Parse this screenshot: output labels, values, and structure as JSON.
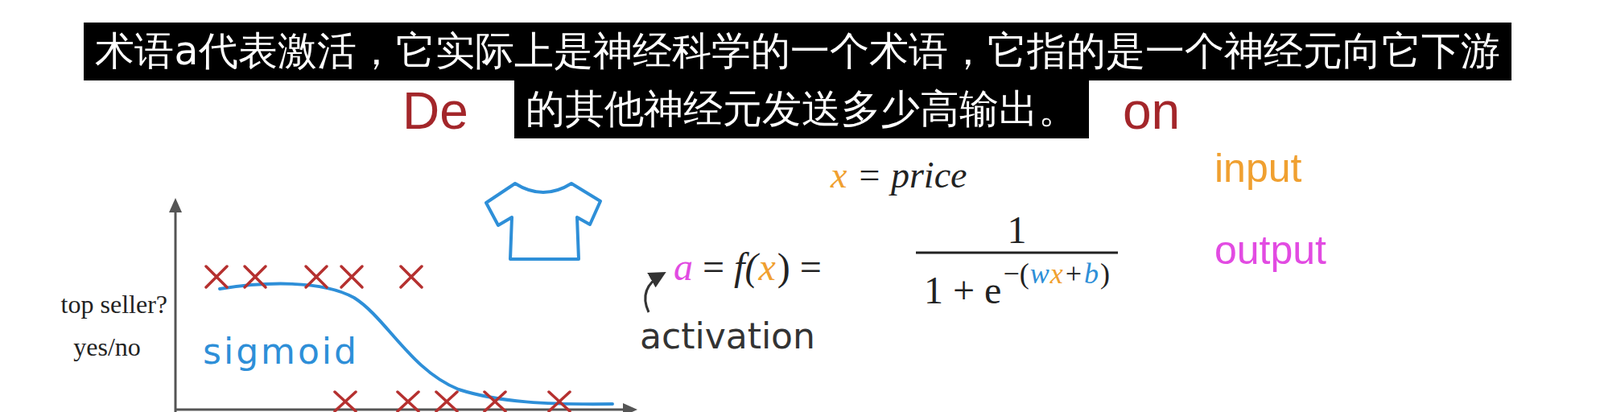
{
  "diagram": {
    "nodes": [
      {
        "text": [
          "术语a代表激活，它实际上是神经科学的一个术语，它指的是一个神经元向它下游"
        ]
      },
      {
        "text": [
          "的其他神经元发送多少高输出。"
        ]
      }
    ],
    "labels": [
      "De",
      "on",
      "x",
      "= price",
      "input",
      "a",
      "=",
      "f(",
      "x",
      ")",
      "=",
      "1",
      "1 + e",
      "−(",
      "w",
      "x",
      "+",
      "b",
      ")",
      "output",
      "activation",
      "top seller?",
      "yes/no",
      "sigmoid"
    ]
  }
}
